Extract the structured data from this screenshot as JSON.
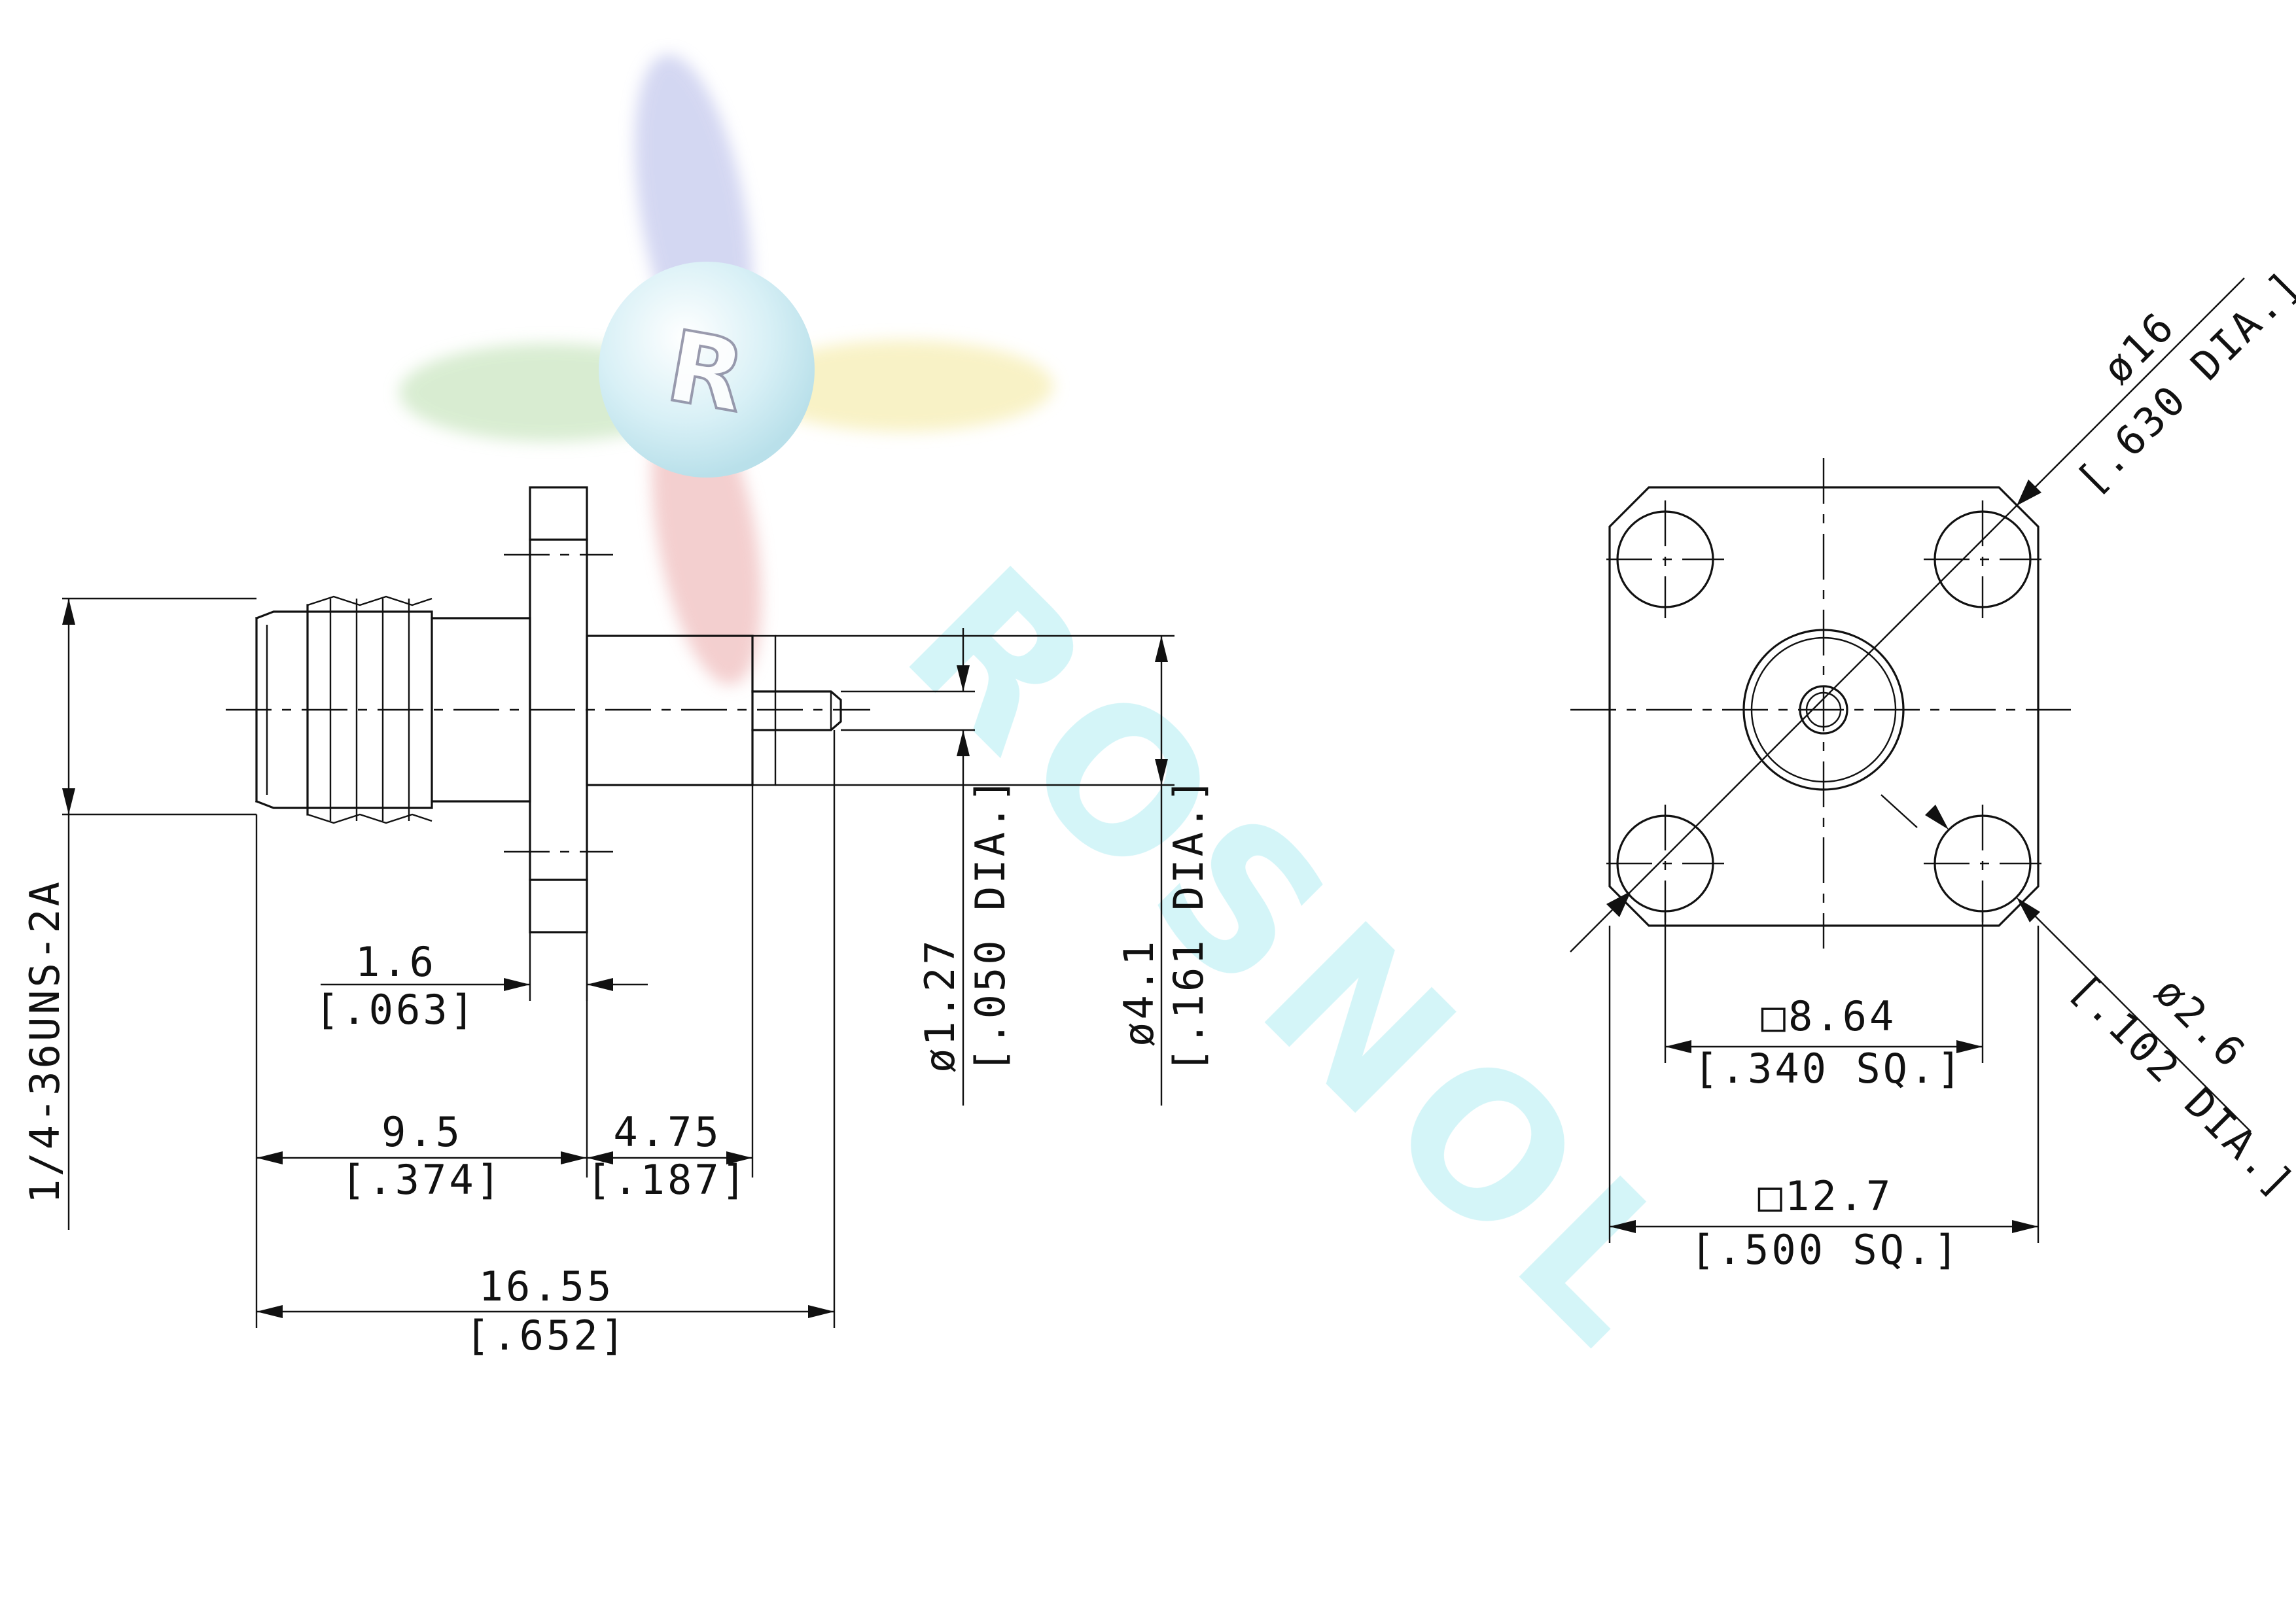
{
  "watermark": {
    "logo_letter": "R",
    "brand_text": "ROSNOL",
    "colors": {
      "blue": "#c9cdef",
      "red": "#f1c3c3",
      "green": "#cfe8c6",
      "yellow": "#f7efb8",
      "cyan": "#b8eef3"
    }
  },
  "side_view": {
    "thread_label": "1/4-36UNS-2A",
    "dims": {
      "flange_thickness": {
        "mm": "1.6",
        "inch": "[.063]"
      },
      "thread_length": {
        "mm": "9.5",
        "inch": "[.374]"
      },
      "body_length": {
        "mm": "4.75",
        "inch": "[.187]"
      },
      "overall_length": {
        "mm": "16.55",
        "inch": "[.652]"
      },
      "pin_dia": {
        "mm": "ø1.27",
        "inch": "[.050 DIA.]"
      },
      "dielectric_dia": {
        "mm": "ø4.1",
        "inch": "[.161 DIA.]"
      }
    }
  },
  "front_view": {
    "dims": {
      "bolt_circle": {
        "mm": "ø16",
        "inch": "[.630 DIA.]"
      },
      "hole_dia": {
        "mm": "ø2.6",
        "inch": "[.102 DIA.]"
      },
      "hole_spacing": {
        "mm": "□8.64",
        "inch": "[.340 SQ.]"
      },
      "flange_size": {
        "mm": "□12.7",
        "inch": "[.500 SQ.]"
      }
    }
  }
}
